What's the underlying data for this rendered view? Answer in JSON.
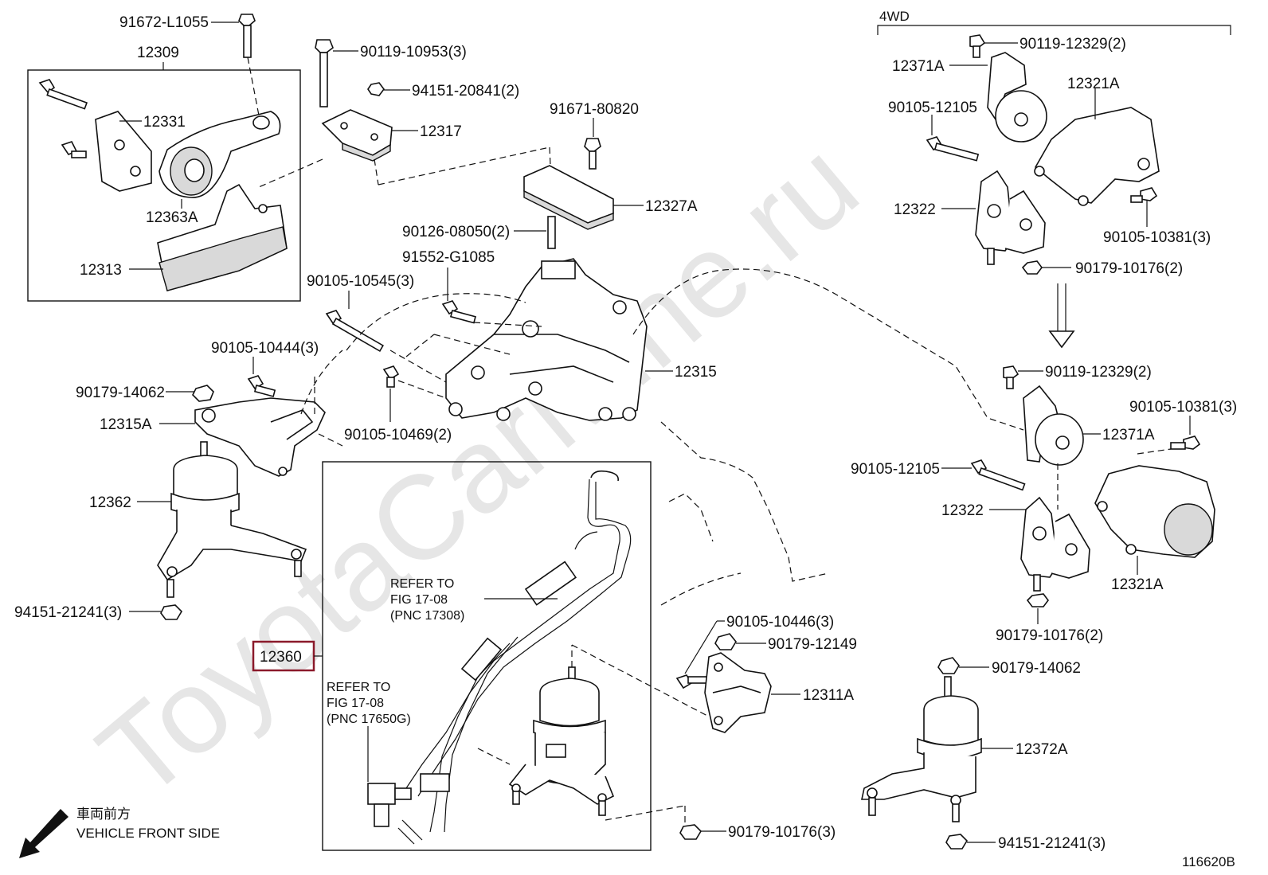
{
  "watermark": "ToyotaCarMine.ru",
  "diagram_id": "116620B",
  "section_label": "4WD",
  "direction_label": {
    "jp": "車両前方",
    "en": "VEHICLE FRONT SIDE"
  },
  "highlighted_part": "12360",
  "refer_notes": [
    {
      "line1": "REFER TO",
      "line2": "FIG 17-08",
      "line3": "(PNC 17308)"
    },
    {
      "line1": "REFER TO",
      "line2": "FIG 17-08",
      "line3": "(PNC 17650G)"
    }
  ],
  "labels": {
    "p91672": "91672-L1055",
    "p12309": "12309",
    "p12331": "12331",
    "p12363A": "12363A",
    "p12313": "12313",
    "p90119a": "90119-10953(3)",
    "p94151a": "94151-20841(2)",
    "p12317": "12317",
    "p91671": "91671-80820",
    "p12327A": "12327A",
    "p90126": "90126-08050(2)",
    "p91552": "91552-G1085",
    "p90105_10545": "90105-10545(3)",
    "p12315": "12315",
    "p90105_10444": "90105-10444(3)",
    "p90179_14062a": "90179-14062",
    "p12315A": "12315A",
    "p90105_10469": "90105-10469(2)",
    "p12362": "12362",
    "p94151_21241a": "94151-21241(3)",
    "p12360": "12360",
    "p90105_10446": "90105-10446(3)",
    "p90179_12149": "90179-12149",
    "p12311A": "12311A",
    "p90179_10176c": "90179-10176(3)",
    "p90119_12329a": "90119-12329(2)",
    "p12371A_a": "12371A",
    "p12321A_a": "12321A",
    "p90105_12105a": "90105-12105",
    "p12322a": "12322",
    "p90105_10381a": "90105-10381(3)",
    "p90179_10176a": "90179-10176(2)",
    "p90119_12329b": "90119-12329(2)",
    "p90105_10381b": "90105-10381(3)",
    "p12371A_b": "12371A",
    "p90105_12105b": "90105-12105",
    "p12322b": "12322",
    "p12321A_b": "12321A",
    "p90179_10176b": "90179-10176(2)",
    "p90179_14062b": "90179-14062",
    "p12372A": "12372A",
    "p94151_21241b": "94151-21241(3)"
  }
}
